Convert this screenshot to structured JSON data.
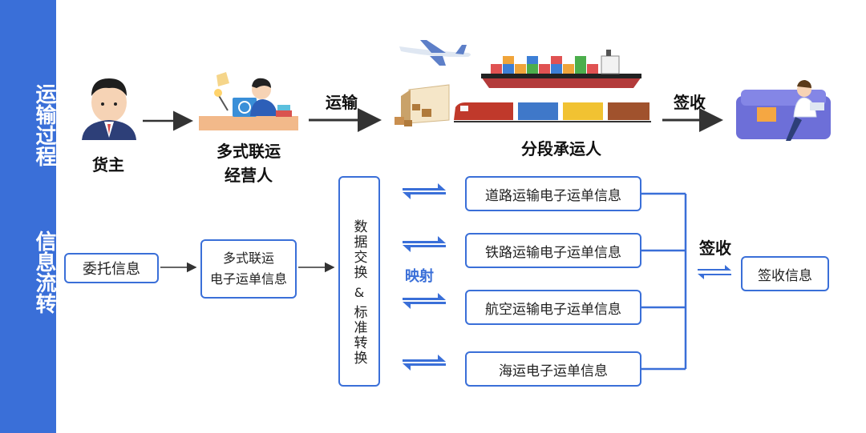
{
  "sidebar": {
    "transport_label": "运输过程",
    "info_label": "信息流转"
  },
  "top_flow": {
    "shipper_label": "货主",
    "operator_label_line1": "多式联运",
    "operator_label_line2": "经营人",
    "transport_arrow_label": "运输",
    "carrier_label": "分段承运人",
    "receive_arrow_label": "签收"
  },
  "info_flow": {
    "commission_box": "委托信息",
    "waybill_box_line1": "多式联运",
    "waybill_box_line2": "电子运单信息",
    "exchange_box_part1": "数据交换",
    "exchange_box_amp": "&",
    "exchange_box_part2": "标准转换",
    "mapping_label": "映射",
    "mode_boxes": [
      "道路运输电子运单信息",
      "铁路运输电子运单信息",
      "航空运输电子运单信息",
      "海运电子运单信息"
    ],
    "receive_label": "签收",
    "receipt_box": "签收信息"
  },
  "colors": {
    "accent": "#3a6fd8",
    "arrow_dark": "#333333"
  }
}
